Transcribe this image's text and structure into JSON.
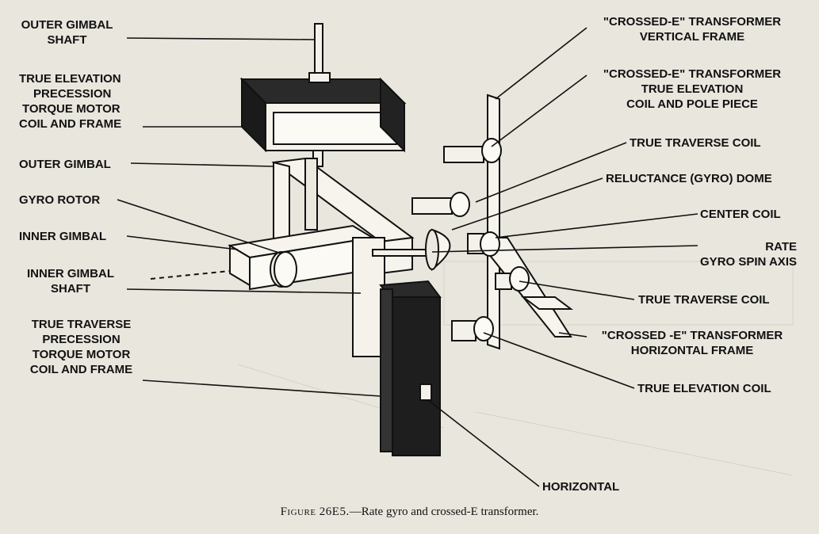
{
  "labels": {
    "outer_gimbal_shaft": [
      "OUTER GIMBAL",
      "SHAFT"
    ],
    "true_elevation_torque_motor": [
      "TRUE ELEVATION",
      "PRECESSION",
      "TORQUE MOTOR",
      "COIL AND FRAME"
    ],
    "outer_gimbal": "OUTER GIMBAL",
    "gyro_rotor": "GYRO ROTOR",
    "inner_gimbal": "INNER GIMBAL",
    "inner_gimbal_shaft": [
      "INNER GIMBAL",
      "SHAFT"
    ],
    "true_traverse_torque_motor": [
      "TRUE TRAVERSE",
      "PRECESSION",
      "TORQUE MOTOR",
      "COIL AND FRAME"
    ],
    "vertical_frame": [
      "\"CROSSED-E\" TRANSFORMER",
      "VERTICAL FRAME"
    ],
    "true_elevation_coil_pole": [
      "\"CROSSED-E\" TRANSFORMER",
      "TRUE ELEVATION",
      "COIL AND POLE PIECE"
    ],
    "true_traverse_coil_top": "TRUE TRAVERSE COIL",
    "reluctance_dome": "RELUCTANCE (GYRO) DOME",
    "center_coil": "CENTER COIL",
    "rate_gyro_spin_axis": [
      "RATE",
      "GYRO SPIN AXIS"
    ],
    "true_traverse_coil_bottom": "TRUE TRAVERSE COIL",
    "horizontal_frame": [
      "\"CROSSED -E\" TRANSFORMER",
      "HORIZONTAL FRAME"
    ],
    "true_elevation_coil": "TRUE ELEVATION COIL",
    "horizontal": "HORIZONTAL"
  },
  "caption": {
    "prefix": "Figure 26E5.",
    "text": "—Rate gyro and crossed-E transformer."
  },
  "colors": {
    "paper": "#e9e6de",
    "ink": "#111111"
  }
}
